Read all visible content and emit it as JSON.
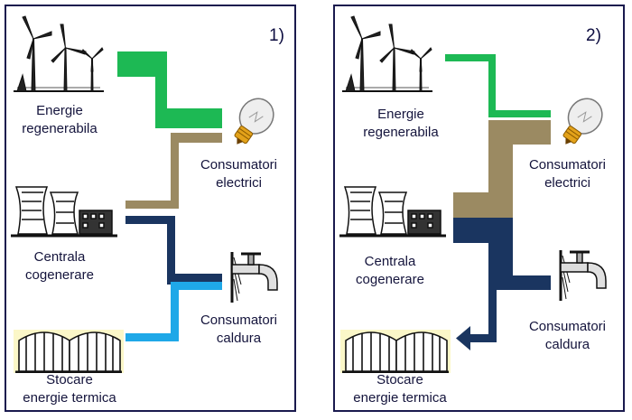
{
  "panels": [
    {
      "number": "1)",
      "labels": {
        "renewable": "Energie\nregenerabila",
        "cogeneration": "Centrala\ncogenerare",
        "storage": "Stocare\nenergie termica",
        "electric_consumers": "Consumatori\nelectrici",
        "heat_consumers": "Consumatori\ncaldura"
      }
    },
    {
      "number": "2)",
      "labels": {
        "renewable": "Energie\nregenerabila",
        "cogeneration": "Centrala\ncogenerare",
        "storage": "Stocare\nenergie termica",
        "electric_consumers": "Consumatori\nelectrici",
        "heat_consumers": "Consumatori\ncaldura"
      }
    }
  ],
  "icons": [
    "wind-turbine-icon",
    "power-plant-icon",
    "storage-tank-icon",
    "light-bulb-icon",
    "water-tap-icon"
  ],
  "colors": {
    "renewable_flow": "#1db954",
    "electric_flow": "#9b8a62",
    "heat_flow": "#1a3560",
    "storage_flow": "#1fa8e8",
    "border": "#1a1a4e",
    "text": "#14143c"
  }
}
